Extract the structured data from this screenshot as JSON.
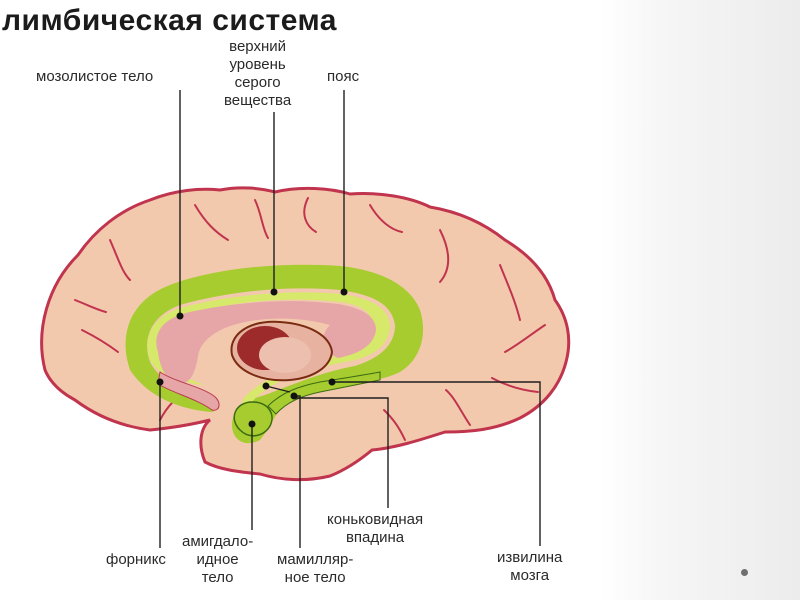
{
  "slide": {
    "title": "лимбическая система"
  },
  "labels": {
    "corpus_callosum": "мозолистое тело",
    "upper_gray": "верхний\nуровень\nсерого\nвещества",
    "cingulum": "пояс",
    "hippocampus": "коньковидная\nвпадина",
    "fornix": "форникс",
    "amygdala": "амигдало-\nидное\nтело",
    "mammillary": "мамилляр-\nное тело",
    "gyrus": "извилина\nмозга"
  },
  "colors": {
    "cortex_fill": "#f3c9ae",
    "cortex_outline": "#c0344e",
    "limbic_green": "#a6cc2f",
    "inner_green": "#d6e96a",
    "callosum_pink": "#e6a5a6",
    "dark_center": "#9e2b2b"
  }
}
